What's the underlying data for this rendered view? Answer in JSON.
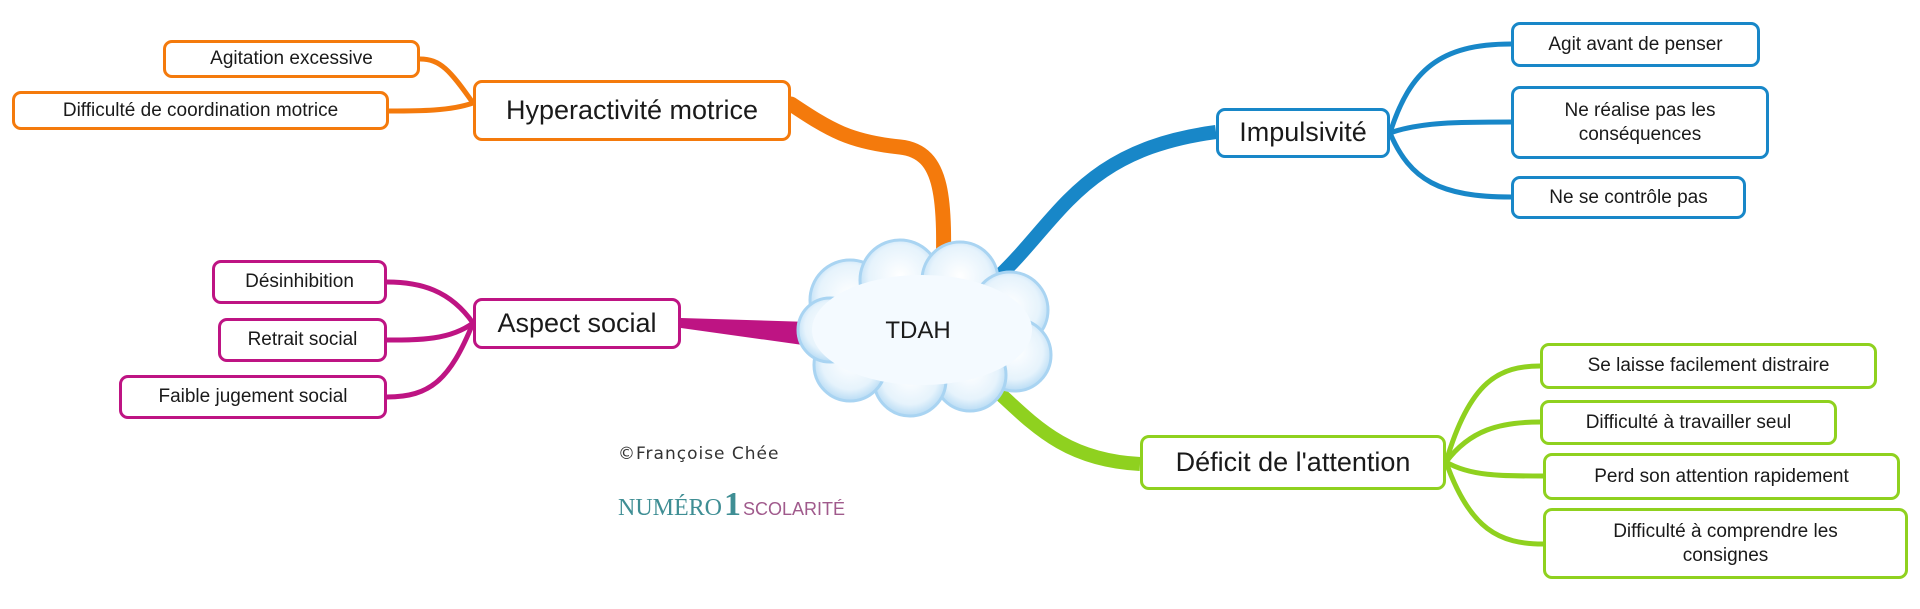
{
  "center": {
    "label": "TDAH"
  },
  "colors": {
    "hyperactivite": "#f47a0c",
    "impulsivite": "#1887c8",
    "social": "#be1483",
    "attention": "#8fd11f",
    "cloud": "#bfe0f5"
  },
  "branches": {
    "hyperactivite": {
      "label": "Hyperactivité motrice",
      "children": [
        "Agitation excessive",
        "Difficulté de coordination motrice"
      ]
    },
    "social": {
      "label": "Aspect social",
      "children": [
        "Désinhibition",
        "Retrait social",
        "Faible jugement social"
      ]
    },
    "impulsivite": {
      "label": "Impulsivité",
      "children": [
        "Agit avant de penser",
        "Ne réalise pas les conséquences",
        "Ne se contrôle pas"
      ]
    },
    "attention": {
      "label": "Déficit de l'attention",
      "children": [
        "Se laisse facilement distraire",
        "Difficulté à travailler seul",
        "Perd son attention rapidement",
        "Difficulté à comprendre les consignes"
      ]
    }
  },
  "footer": {
    "copyright": "©Françoise Chée",
    "logo_part1": "NUMÉRO",
    "logo_part2": "1",
    "logo_part3": "SCOLARITÉ"
  }
}
